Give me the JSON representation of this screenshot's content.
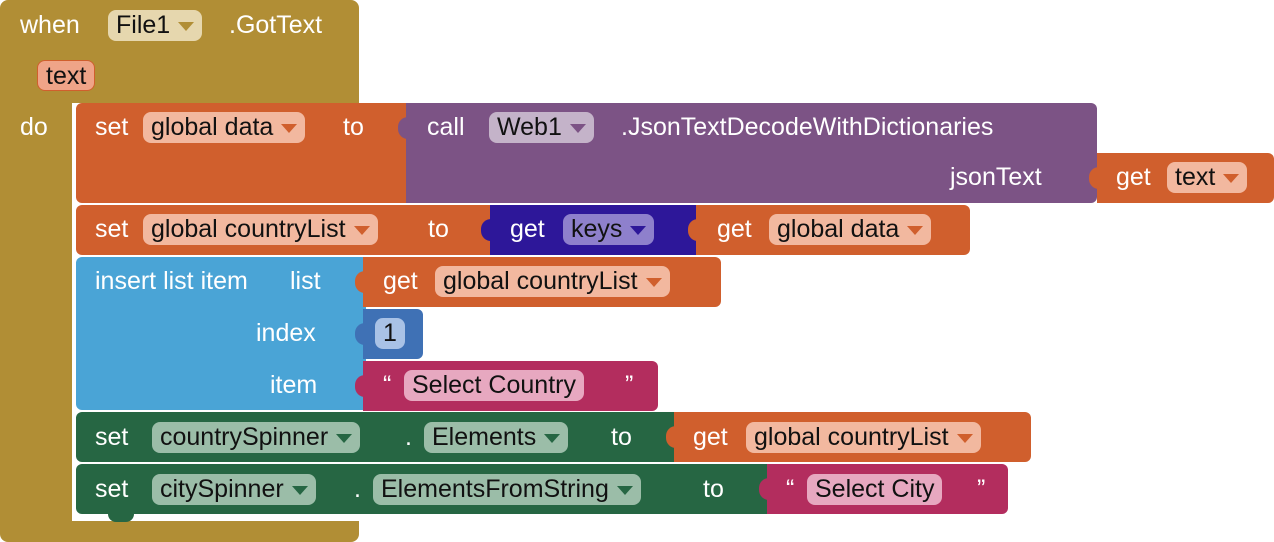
{
  "event": {
    "when": "when",
    "component": "File1",
    "event": ".GotText",
    "param": "text",
    "do": "do"
  },
  "row1": {
    "set": "set",
    "var": "global data",
    "to": "to",
    "call": "call",
    "component": "Web1",
    "method": ".JsonTextDecodeWithDictionaries",
    "arg": "jsonText",
    "get": "get",
    "getvar": "text"
  },
  "row2": {
    "set": "set",
    "var": "global countryList",
    "to": "to",
    "get1": "get",
    "keys": "keys",
    "get2": "get",
    "getvar": "global data"
  },
  "row3": {
    "insert": "insert list item",
    "list": "list",
    "get": "get",
    "getvar": "global countryList",
    "index": "index",
    "indexval": "1",
    "item": "item",
    "openq": "“",
    "itemval": "Select Country",
    "closeq": "”"
  },
  "row4": {
    "set": "set",
    "component": "countrySpinner",
    "dot": ".",
    "prop": "Elements",
    "to": "to",
    "get": "get",
    "getvar": "global countryList"
  },
  "row5": {
    "set": "set",
    "component": "citySpinner",
    "dot": ".",
    "prop": "ElementsFromString",
    "to": "to",
    "openq": "“",
    "val": "Select City",
    "closeq": "”"
  },
  "colors": {
    "event": "#B18E35",
    "variable": "#D05F2D",
    "procedure": "#7C5385",
    "dictionary": "#2D1799",
    "list": "#4AA4D6",
    "math": "#3F71B5",
    "text": "#B32D5E",
    "component": "#266643"
  }
}
